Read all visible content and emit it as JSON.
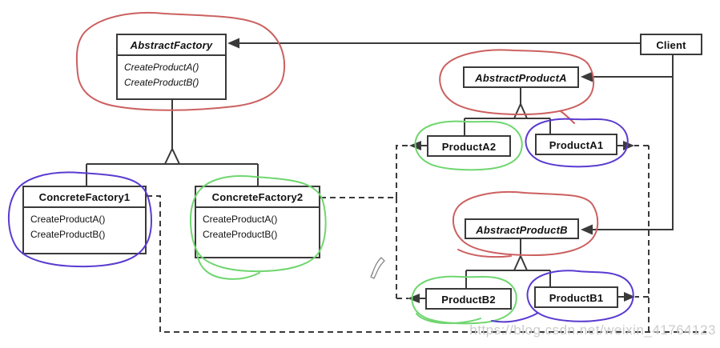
{
  "classes": {
    "abstract_factory": {
      "name": "AbstractFactory",
      "methods": [
        "CreateProductA()",
        "CreateProductB()"
      ]
    },
    "client": {
      "name": "Client"
    },
    "abstract_product_a": {
      "name": "AbstractProductA"
    },
    "product_a2": {
      "name": "ProductA2"
    },
    "product_a1": {
      "name": "ProductA1"
    },
    "abstract_product_b": {
      "name": "AbstractProductB"
    },
    "product_b2": {
      "name": "ProductB2"
    },
    "product_b1": {
      "name": "ProductB1"
    },
    "concrete_factory1": {
      "name": "ConcreteFactory1",
      "methods": [
        "CreateProductA()",
        "CreateProductB()"
      ]
    },
    "concrete_factory2": {
      "name": "ConcreteFactory2",
      "methods": [
        "CreateProductA()",
        "CreateProductB()"
      ]
    }
  },
  "annotations": {
    "colors": {
      "red": "#cc6060",
      "green": "#6fd66f",
      "blue": "#5a3bd0"
    },
    "highlighted_red": [
      "AbstractFactory",
      "AbstractProductA",
      "AbstractProductB"
    ],
    "highlighted_green": [
      "ConcreteFactory2",
      "ProductA2",
      "ProductB2"
    ],
    "highlighted_blue": [
      "ConcreteFactory1",
      "ProductA1",
      "ProductB1"
    ]
  },
  "line_color": "#3a3a3a",
  "cursor": {
    "icon": "pen-cursor"
  },
  "watermark": {
    "text": "https://blog.csdn.net/weixin_41764123",
    "color": "#cccccc"
  }
}
